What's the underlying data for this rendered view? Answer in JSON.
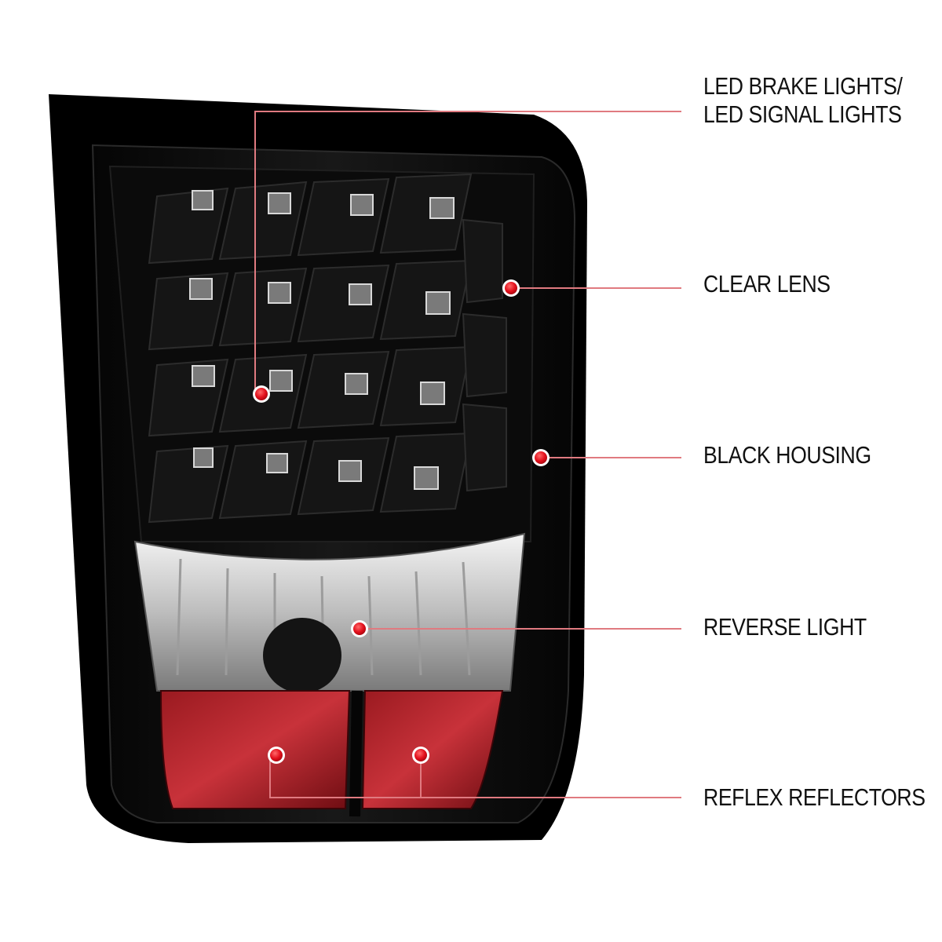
{
  "product": {
    "subject": "LED tail light",
    "housing_color": "#0a0a0a",
    "accent_color": "#e0202a",
    "line_color": "#e07a80"
  },
  "callouts": [
    {
      "id": "led",
      "lines": [
        "LED BRAKE LIGHTS/",
        "LED SIGNAL LIGHTS"
      ]
    },
    {
      "id": "clear-lens",
      "lines": [
        "CLEAR LENS"
      ]
    },
    {
      "id": "black-housing",
      "lines": [
        "BLACK HOUSING"
      ]
    },
    {
      "id": "reverse-light",
      "lines": [
        "REVERSE LIGHT"
      ]
    },
    {
      "id": "reflex-reflectors",
      "lines": [
        "REFLEX REFLECTORS"
      ]
    }
  ]
}
